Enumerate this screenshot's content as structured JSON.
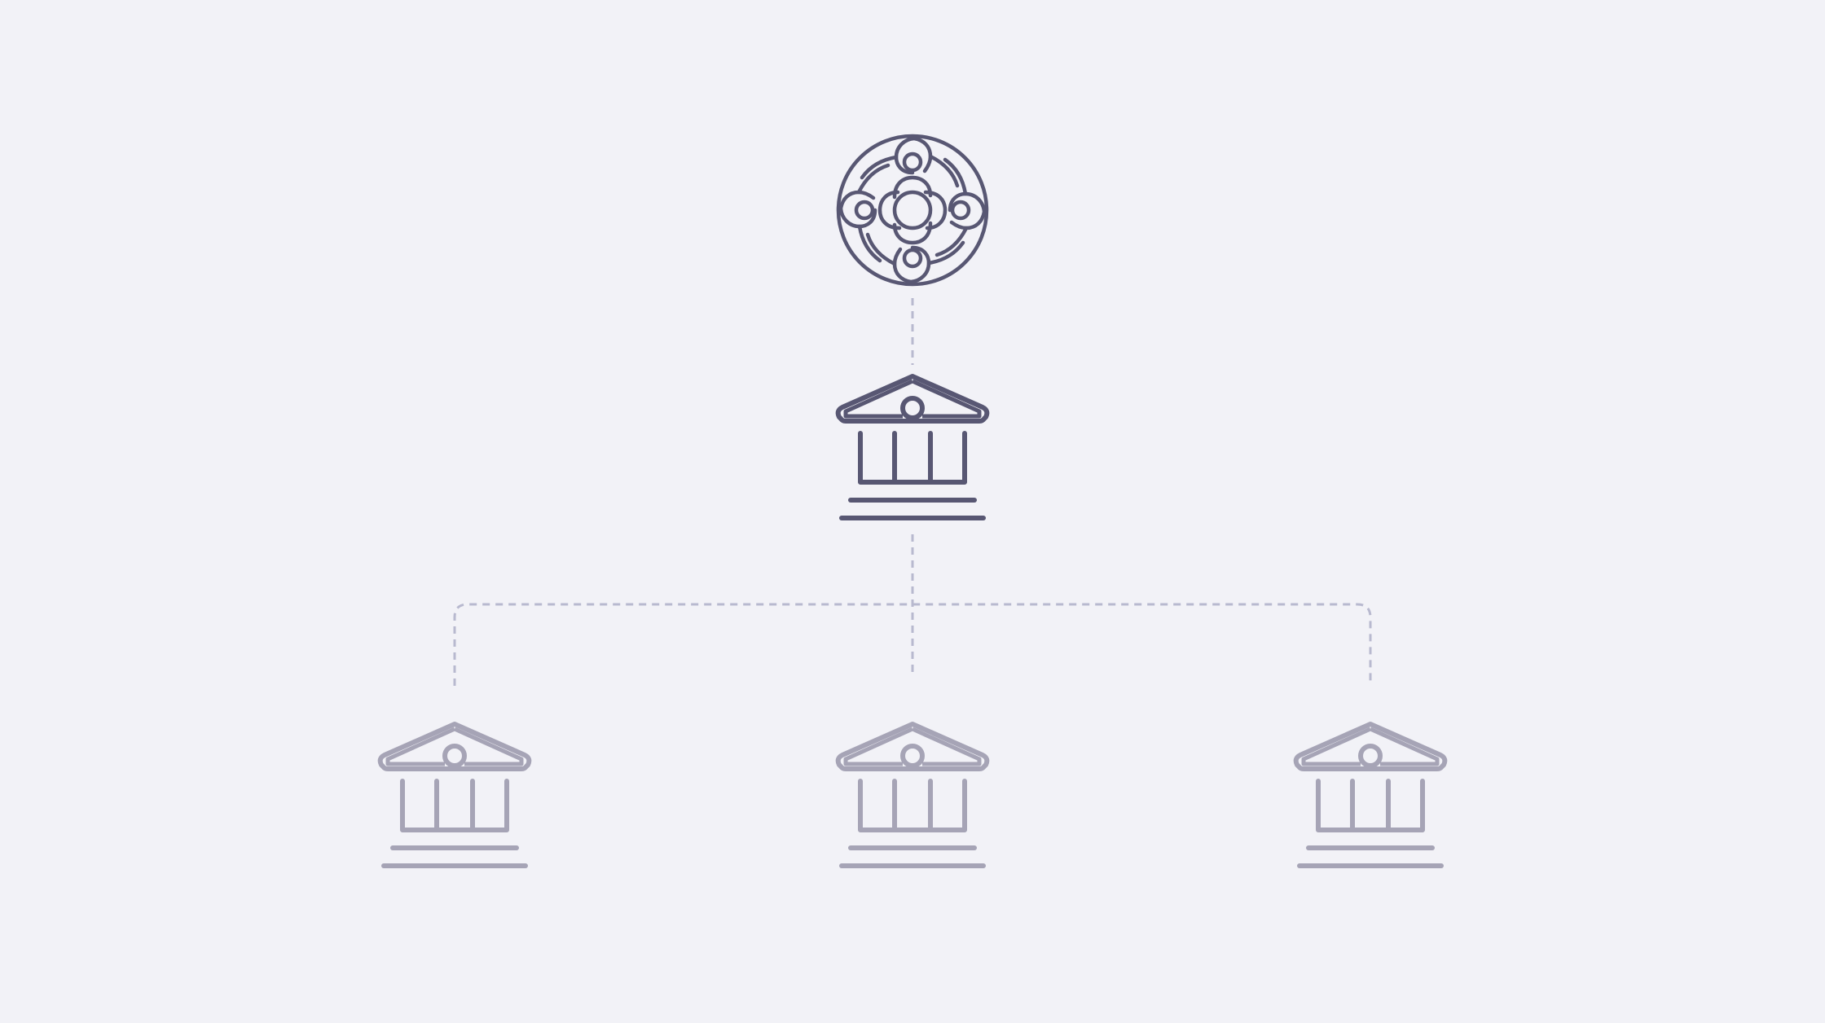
{
  "colors": {
    "background": "#f2f2f7",
    "primary_icon": "#585773",
    "secondary_icon": "#a6a4b6",
    "connector": "#b8b9cf"
  },
  "diagram": {
    "root": {
      "icon": "swirl-logo-icon",
      "style": "primary"
    },
    "parent": {
      "icon": "bank-building-icon",
      "style": "primary"
    },
    "children": [
      {
        "icon": "bank-building-icon",
        "style": "secondary"
      },
      {
        "icon": "bank-building-icon",
        "style": "secondary"
      },
      {
        "icon": "bank-building-icon",
        "style": "secondary"
      }
    ]
  }
}
